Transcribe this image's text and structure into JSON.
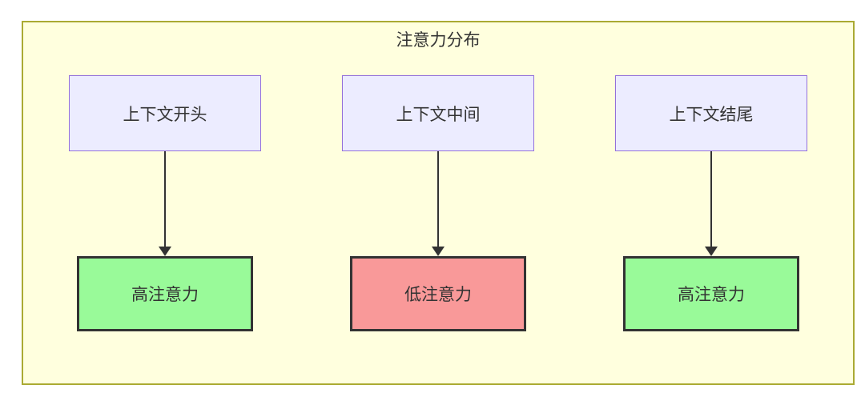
{
  "diagram": {
    "title": "注意力分布",
    "columns": [
      {
        "source": "上下文开头",
        "target": "高注意力",
        "level": "high"
      },
      {
        "source": "上下文中间",
        "target": "低注意力",
        "level": "low"
      },
      {
        "source": "上下文结尾",
        "target": "高注意力",
        "level": "high"
      }
    ],
    "colors": {
      "container_fill": "#FFFFDE",
      "container_border": "#AAAA33",
      "source_fill": "#ECECFF",
      "source_border": "#9370DB",
      "target_high_fill": "#99FA99",
      "target_low_fill": "#F99999",
      "target_border": "#333333",
      "arrow": "#333333",
      "text": "#333333"
    }
  }
}
